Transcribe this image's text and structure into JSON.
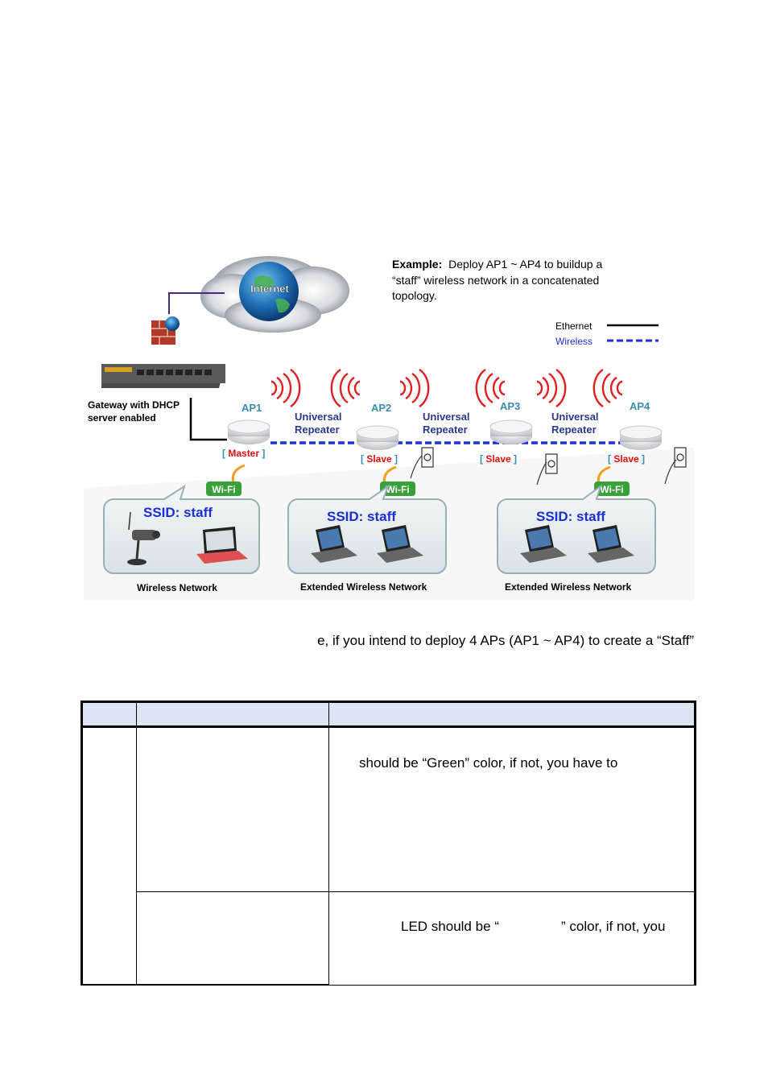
{
  "diagram": {
    "example_title": "Example:",
    "example_text_1": "Deploy AP1 ~ AP4 to buildup a",
    "example_text_2": "“staff” wireless network in a concatenated",
    "example_text_3": "topology.",
    "legend": {
      "ethernet": "Ethernet",
      "wireless": "Wireless"
    },
    "internet_label": "Internet",
    "gateway_label_1": "Gateway with DHCP",
    "gateway_label_2": "server enabled",
    "aps": [
      {
        "name": "AP1",
        "role": "Master"
      },
      {
        "name": "AP2",
        "role": "Slave"
      },
      {
        "name": "AP3",
        "role": "Slave"
      },
      {
        "name": "AP4",
        "role": "Slave"
      }
    ],
    "repeater_line1": "Universal",
    "repeater_line2": "Repeater",
    "wifi_label": "Wi-Fi",
    "ssid_label": "SSID: staff",
    "networks": [
      "Wireless Network",
      "Extended Wireless Network",
      "Extended Wireless Network"
    ],
    "colors": {
      "ethernet": "#000000",
      "wireless": "#1f2fd6",
      "ap_label": "#3a8fb0",
      "ssid": "#1a2fd0",
      "master_slave": "#e01010"
    }
  },
  "caption": "e, if you intend to deploy 4 APs (AP1 ~ AP4) to create a “Staff”",
  "table": {
    "row1_text": "should  be  “Green”  color,  if  not,  you  have  to",
    "row2_text_a": "LED should be “",
    "row2_text_b": "” color, if not, you"
  }
}
